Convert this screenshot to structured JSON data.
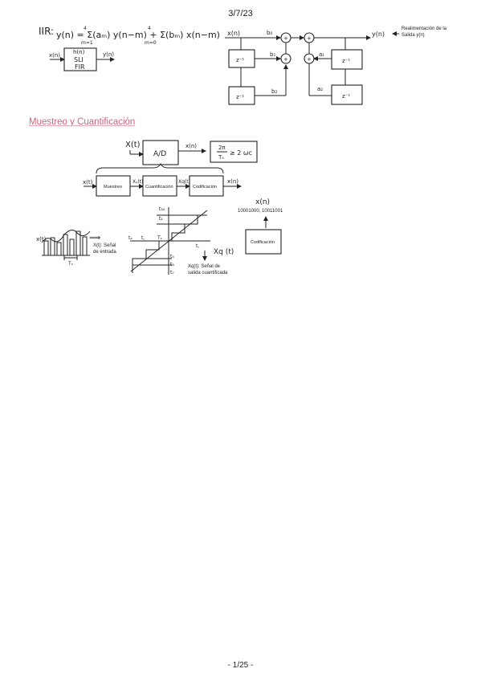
{
  "header": {
    "date": "3/7/23"
  },
  "iir": {
    "label": "IIR:",
    "equation": "y(n) = Σ(aₘ) y(n−m) + Σ(bₘ) x(n−m)",
    "sum_upper": "4",
    "sum_lower": "m=1",
    "sum_lower_b": "m=0"
  },
  "fir": {
    "input": "x(n)",
    "box_top": "h(n)",
    "box_line1": "SLI",
    "box_line2": "FIR",
    "output": "y(n)"
  },
  "filter_diagram": {
    "input": "x(n)",
    "output": "y(n)",
    "feedback_note_1": "Realimentación de la",
    "feedback_note_2": "Salida y(n)",
    "b0": "b₀",
    "b1": "b₁",
    "b2": "b₂",
    "a1": "a₁",
    "a2": "a₂",
    "delay": "z⁻¹",
    "plus": "+"
  },
  "section": {
    "title": "Muestreo y Cuantificación"
  },
  "ad": {
    "input": "X(t)",
    "box": "A/D",
    "output": "x(n)",
    "nyquist_num": "2π",
    "nyquist_den": "Tₛ",
    "nyquist_rhs": "≥ 2 ωc"
  },
  "chain": {
    "input": "x(t)",
    "stage1": "Muestreo",
    "s1_out": "Xₛ(t)",
    "stage2": "Cuantificación",
    "s2_out": "Xq(t)",
    "stage3": "Codificación",
    "output": "x(n)"
  },
  "sampling": {
    "signal_label": "x(t)",
    "ts": "Tₛ",
    "arrow": "⟹",
    "caption_1": "X(t): Señal",
    "caption_2": "de entrada"
  },
  "quantizer": {
    "t_top": "t₃₄",
    "t1": "t₁",
    "ta": "tₐ",
    "tb": "t꜀",
    "ts": "Tₛ",
    "tc": "t꜀",
    "t5": "t₅",
    "t6": "t₆",
    "t7": "t₇",
    "out_symbol": "Xq (t)",
    "caption_1": "Xq(t): Señal de",
    "caption_2": "salida cuantificada"
  },
  "coding": {
    "label": "x(n)",
    "bits": "10001000, 10011001",
    "box": "Codificación"
  },
  "footer": {
    "page": "- 1/25 -"
  }
}
